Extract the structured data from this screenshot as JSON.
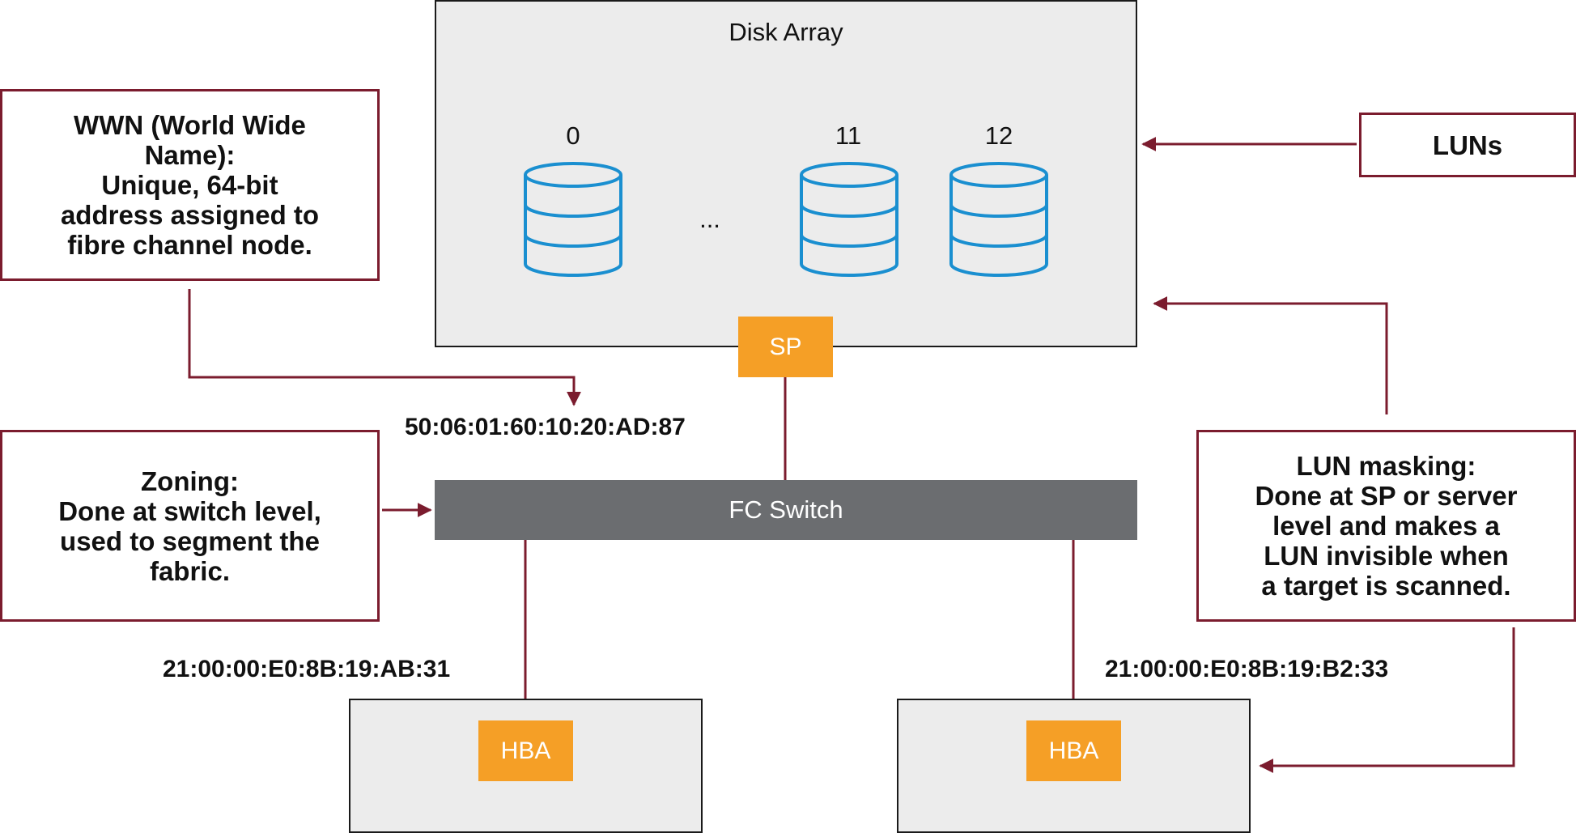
{
  "disk_array": {
    "title": "Disk Array",
    "disks": [
      {
        "label": "0",
        "icon": "database-icon"
      },
      {
        "label": "11",
        "icon": "database-icon"
      },
      {
        "label": "12",
        "icon": "database-icon"
      }
    ],
    "ellipsis": "...",
    "sp_label": "SP"
  },
  "switch": {
    "label": "FC Switch"
  },
  "hosts": {
    "hba_left": "HBA",
    "hba_right": "HBA"
  },
  "addresses": {
    "sp": "50:06:01:60:10:20:AD:87",
    "hba_left": "21:00:00:E0:8B:19:AB:31",
    "hba_right": "21:00:00:E0:8B:19:B2:33"
  },
  "callouts": {
    "wwn": "WWN (World Wide\nName):\nUnique, 64-bit\naddress assigned to\nfibre channel node.",
    "zoning": "Zoning:\nDone at switch level,\nused to segment the\nfabric.",
    "luns": "LUNs",
    "lun_masking": "LUN masking:\nDone at SP or server\nlevel and makes a\nLUN invisible when\na target is scanned."
  },
  "colors": {
    "connector": "#7b1c2e",
    "disk": "#1a8fd0",
    "orange": "#f59f26",
    "switch": "#6b6d70",
    "panel": "#ececec"
  }
}
